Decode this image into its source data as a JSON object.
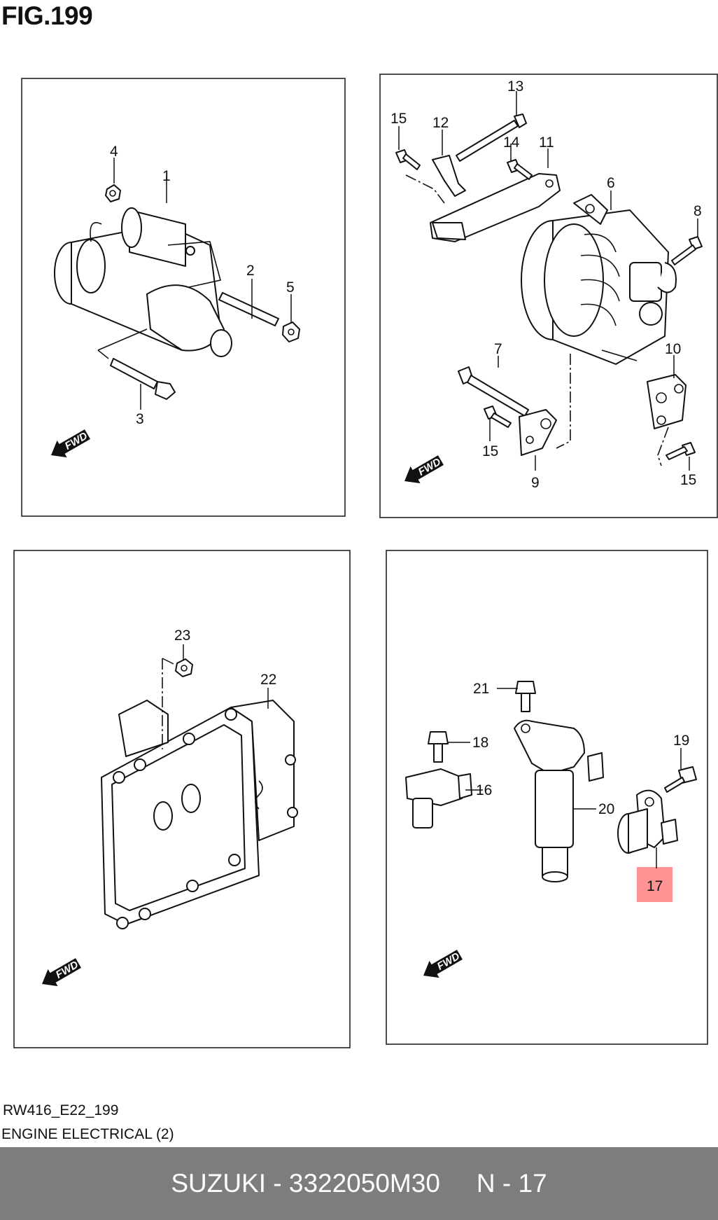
{
  "figure": {
    "title": "FIG.199",
    "code": "RW416_E22_199",
    "description": "ENGINE ELECTRICAL (2)"
  },
  "panels": [
    {
      "id": "starter",
      "callouts": [
        "1",
        "2",
        "3",
        "4",
        "5"
      ]
    },
    {
      "id": "alternator",
      "callouts": [
        "6",
        "7",
        "8",
        "9",
        "10",
        "11",
        "12",
        "13",
        "14",
        "15",
        "15",
        "15"
      ]
    },
    {
      "id": "ecm",
      "callouts": [
        "22",
        "23"
      ]
    },
    {
      "id": "ignition-sensors",
      "callouts": [
        "16",
        "17",
        "18",
        "19",
        "20",
        "21"
      ]
    }
  ],
  "fwd_label": "FWD",
  "highlight": {
    "callout": "17",
    "color": "#ff8080"
  },
  "footer": {
    "part": "SUZUKI - 3322050M30",
    "ref": "N - 17",
    "background": "#7d7d7d"
  }
}
